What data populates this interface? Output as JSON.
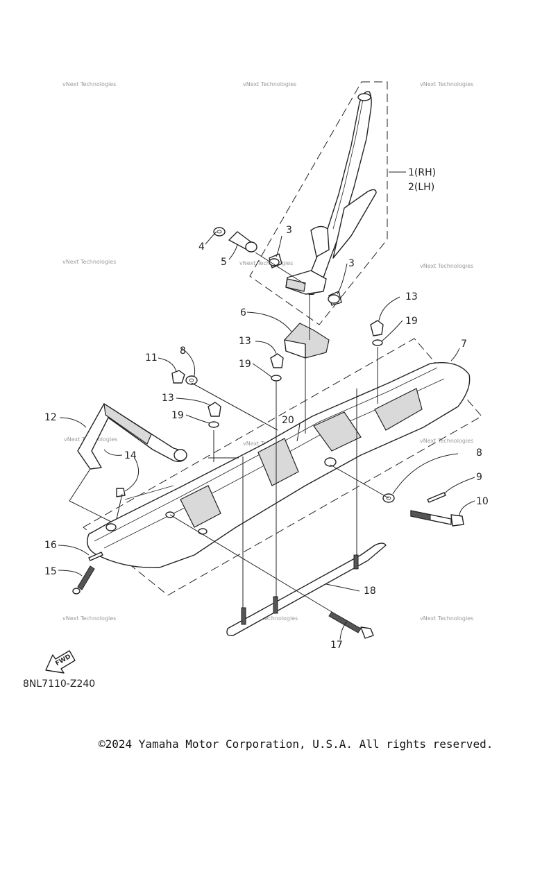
{
  "diagram": {
    "code": "8NL7110-Z240",
    "fwd_label": "FWD",
    "callouts": [
      {
        "id": "c1",
        "text": "1(RH)"
      },
      {
        "id": "c2",
        "text": "2(LH)"
      },
      {
        "id": "c3a",
        "text": "3"
      },
      {
        "id": "c3b",
        "text": "3"
      },
      {
        "id": "c4",
        "text": "4"
      },
      {
        "id": "c5",
        "text": "5"
      },
      {
        "id": "c6",
        "text": "6"
      },
      {
        "id": "c7",
        "text": "7"
      },
      {
        "id": "c8a",
        "text": "8"
      },
      {
        "id": "c8b",
        "text": "8"
      },
      {
        "id": "c9",
        "text": "9"
      },
      {
        "id": "c10",
        "text": "10"
      },
      {
        "id": "c11",
        "text": "11"
      },
      {
        "id": "c12",
        "text": "12"
      },
      {
        "id": "c13a",
        "text": "13"
      },
      {
        "id": "c13b",
        "text": "13"
      },
      {
        "id": "c13c",
        "text": "13"
      },
      {
        "id": "c14",
        "text": "14"
      },
      {
        "id": "c15",
        "text": "15"
      },
      {
        "id": "c16",
        "text": "16"
      },
      {
        "id": "c17",
        "text": "17"
      },
      {
        "id": "c18",
        "text": "18"
      },
      {
        "id": "c19a",
        "text": "19"
      },
      {
        "id": "c19b",
        "text": "19"
      },
      {
        "id": "c19c",
        "text": "19"
      },
      {
        "id": "c20",
        "text": "20"
      }
    ],
    "watermark": "vNext Technologies"
  },
  "footer": {
    "copyright": "©2024 Yamaha Motor Corporation, U.S.A. All rights reserved."
  }
}
